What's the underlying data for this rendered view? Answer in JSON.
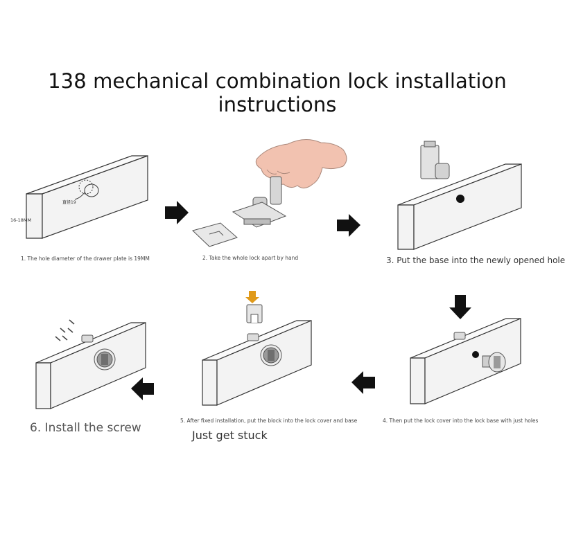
{
  "title": "138 mechanical combination lock installation instructions",
  "steps": {
    "s1": "1. The hole diameter of the drawer plate is 19MM",
    "s2": "2. Take the whole lock apart by hand",
    "s3": "3. Put the base into the newly opened hole",
    "s4": "4. Then put the lock cover into the lock base with just holes",
    "s5": "5. After fixed installation, put the block into the lock cover and base",
    "s6": "6. Install the screw",
    "s4b": "Just get stuck"
  },
  "labels": {
    "thickness": "16-18MM",
    "diameter": "直径19"
  },
  "colors": {
    "arrow": "#111111",
    "orange_arrow": "#e09a1a",
    "board_front": "#f3f3f3",
    "board_top": "#fafafa",
    "outline": "#333333",
    "hand": "#f2c2b0"
  }
}
